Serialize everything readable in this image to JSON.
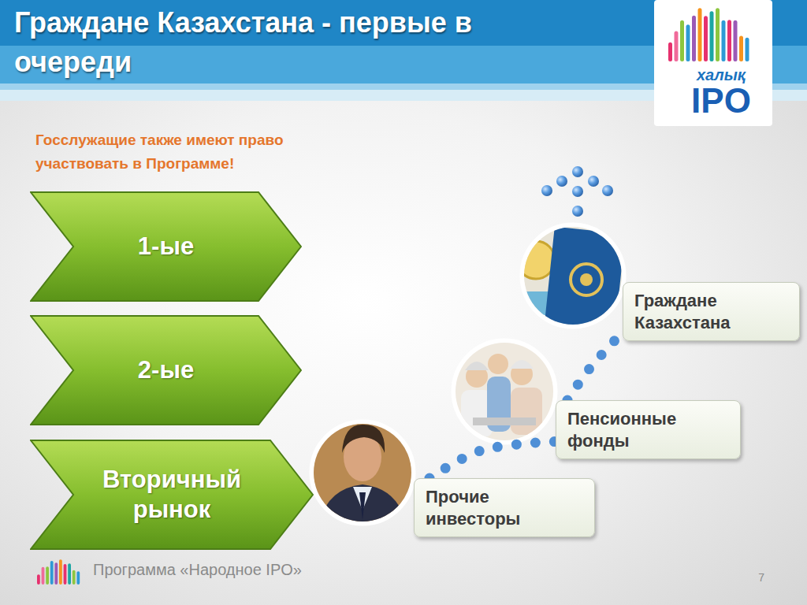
{
  "diagram": {
    "title": "Граждане Казахстана - первые в очереди",
    "nodes": [
      {
        "text": [
          "1-ые"
        ]
      },
      {
        "text": [
          "2-ые"
        ]
      },
      {
        "text": [
          "Вторичный рынок"
        ]
      },
      {
        "text": [
          "Граждане Казахстана"
        ]
      },
      {
        "text": [
          "Пенсионные фонды"
        ]
      },
      {
        "text": [
          "Прочие инвесторы"
        ]
      }
    ],
    "edges": [
      {
        "from": 5,
        "to": 4,
        "arrow": "none"
      },
      {
        "from": 4,
        "to": 3,
        "arrow": "none"
      }
    ],
    "labels": [
      "Госслужащие также имеют право участвовать в Программе!",
      "халық",
      "IPO",
      "Программа «Народное IPO»",
      "7"
    ]
  }
}
